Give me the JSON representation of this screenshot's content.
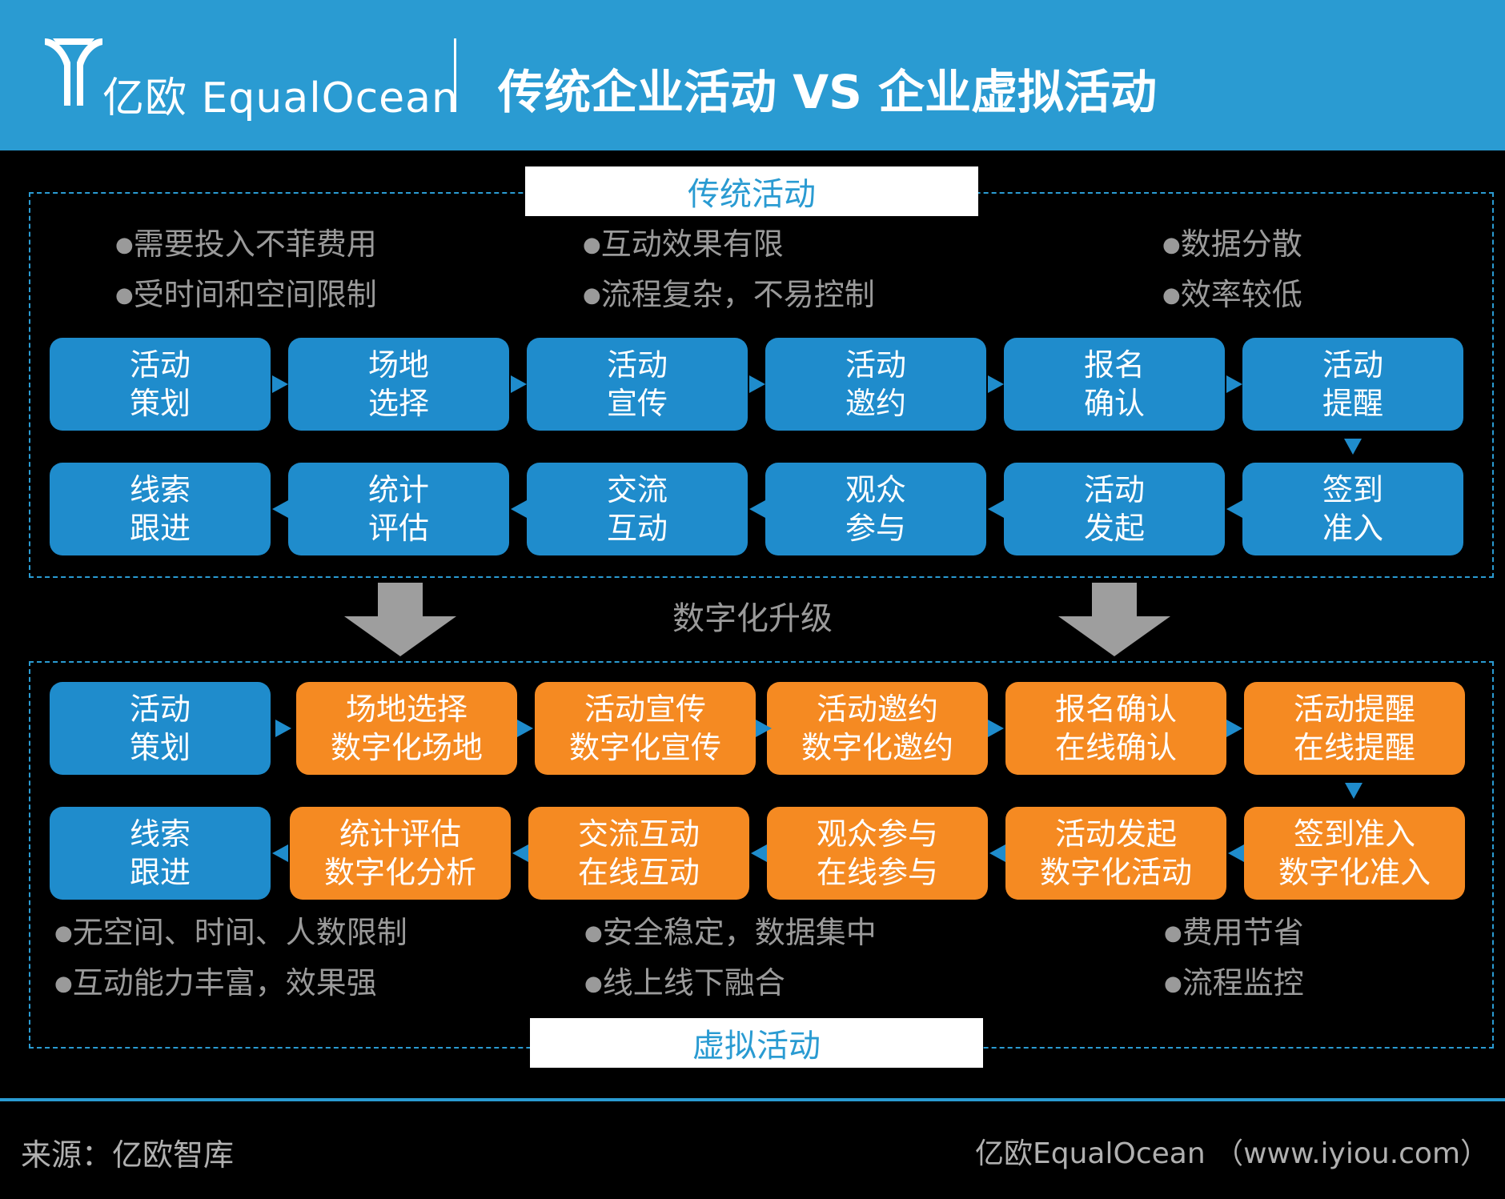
{
  "header": {
    "logo_text": "亿欧 EqualOcean",
    "title": "传统企业活动 VS 企业虚拟活动",
    "colors": {
      "header_bg": "#2a9bd2"
    }
  },
  "traditional": {
    "label": "传统活动",
    "bullets_left": [
      "需要投入不菲费用",
      "受时间和空间限制"
    ],
    "bullets_center": [
      "互动效果有限",
      "流程复杂，不易控制"
    ],
    "bullets_right": [
      "数据分散",
      "效率较低"
    ],
    "row1": [
      {
        "l1": "活动",
        "l2": "策划"
      },
      {
        "l1": "场地",
        "l2": "选择"
      },
      {
        "l1": "活动",
        "l2": "宣传"
      },
      {
        "l1": "活动",
        "l2": "邀约"
      },
      {
        "l1": "报名",
        "l2": "确认"
      },
      {
        "l1": "活动",
        "l2": "提醒"
      }
    ],
    "row2": [
      {
        "l1": "线索",
        "l2": "跟进"
      },
      {
        "l1": "统计",
        "l2": "评估"
      },
      {
        "l1": "交流",
        "l2": "互动"
      },
      {
        "l1": "观众",
        "l2": "参与"
      },
      {
        "l1": "活动",
        "l2": "发起"
      },
      {
        "l1": "签到",
        "l2": "准入"
      }
    ]
  },
  "transition": {
    "label": "数字化升级"
  },
  "virtual": {
    "label": "虚拟活动",
    "row1": [
      {
        "l1": "活动",
        "l2": "策划",
        "color": "blue"
      },
      {
        "l1": "场地选择",
        "l2": "数字化场地",
        "color": "orange"
      },
      {
        "l1": "活动宣传",
        "l2": "数字化宣传",
        "color": "orange"
      },
      {
        "l1": "活动邀约",
        "l2": "数字化邀约",
        "color": "orange"
      },
      {
        "l1": "报名确认",
        "l2": "在线确认",
        "color": "orange"
      },
      {
        "l1": "活动提醒",
        "l2": "在线提醒",
        "color": "orange"
      }
    ],
    "row2": [
      {
        "l1": "线索",
        "l2": "跟进",
        "color": "blue"
      },
      {
        "l1": "统计评估",
        "l2": "数字化分析",
        "color": "orange"
      },
      {
        "l1": "交流互动",
        "l2": "在线互动",
        "color": "orange"
      },
      {
        "l1": "观众参与",
        "l2": "在线参与",
        "color": "orange"
      },
      {
        "l1": "活动发起",
        "l2": "数字化活动",
        "color": "orange"
      },
      {
        "l1": "签到准入",
        "l2": "数字化准入",
        "color": "orange"
      }
    ],
    "bullets_left": [
      "无空间、时间、人数限制",
      "互动能力丰富，效果强"
    ],
    "bullets_center": [
      "安全稳定，数据集中",
      "线上线下融合"
    ],
    "bullets_right": [
      "费用节省",
      "流程监控"
    ]
  },
  "footer": {
    "source": "来源：亿欧智库",
    "credit": "亿欧EqualOcean （www.iyiou.com）"
  },
  "colors": {
    "blue": "#1f8ccc",
    "orange": "#f58a22",
    "accent": "#2a9bd2",
    "gray_text": "#9a9a9a"
  }
}
